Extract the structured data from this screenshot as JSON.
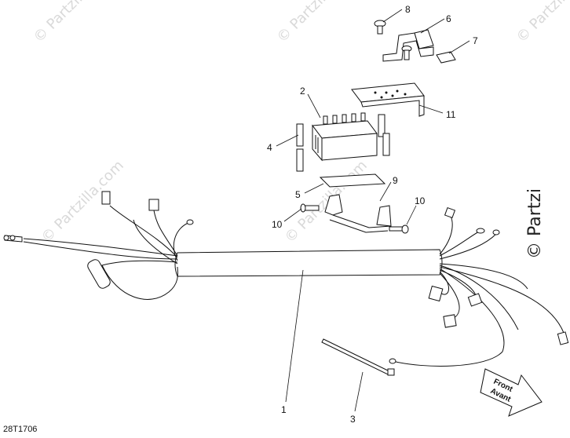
{
  "diagram": {
    "reference_code": "28T1706",
    "watermark": "© Partzilla.com",
    "edge_watermark": "© Partzi",
    "direction_arrow": {
      "line1": "Front",
      "line2": "Avant"
    },
    "callouts": [
      {
        "id": "c8",
        "label": "8"
      },
      {
        "id": "c6",
        "label": "6"
      },
      {
        "id": "c7",
        "label": "7"
      },
      {
        "id": "c2",
        "label": "2"
      },
      {
        "id": "c11",
        "label": "11"
      },
      {
        "id": "c4",
        "label": "4"
      },
      {
        "id": "c9",
        "label": "9"
      },
      {
        "id": "c5",
        "label": "5"
      },
      {
        "id": "c10a",
        "label": "10"
      },
      {
        "id": "c10b",
        "label": "10"
      },
      {
        "id": "c1",
        "label": "1"
      },
      {
        "id": "c3",
        "label": "3"
      }
    ]
  }
}
